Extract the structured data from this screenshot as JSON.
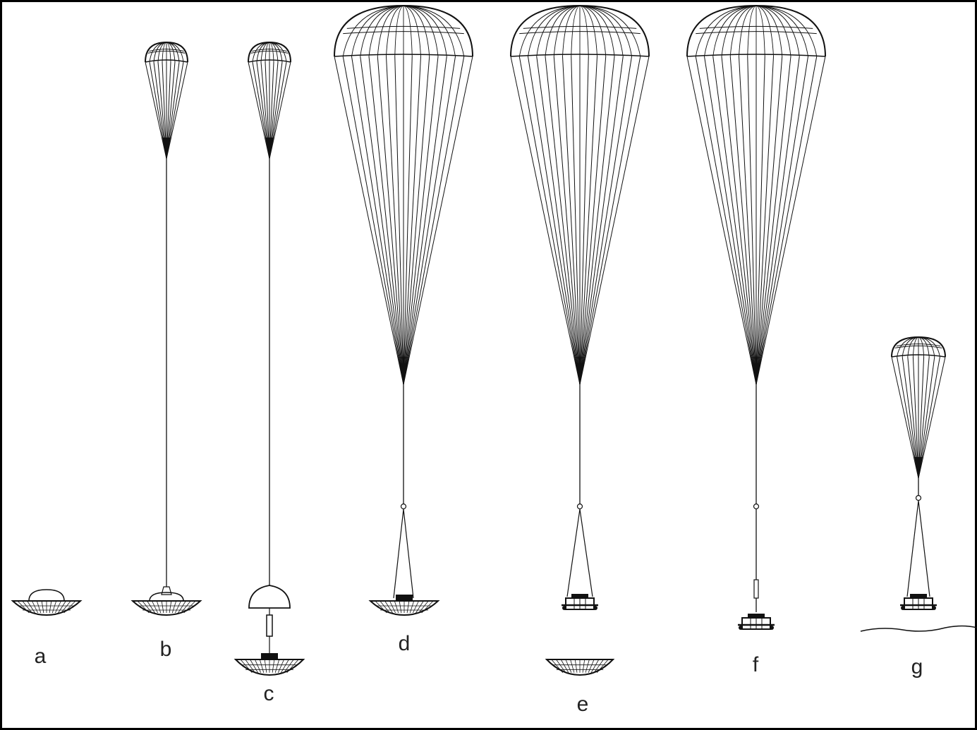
{
  "diagram": {
    "stages": [
      {
        "id": "a",
        "label": "a"
      },
      {
        "id": "b",
        "label": "b"
      },
      {
        "id": "c",
        "label": "c"
      },
      {
        "id": "d",
        "label": "d"
      },
      {
        "id": "e",
        "label": "e"
      },
      {
        "id": "f",
        "label": "f"
      },
      {
        "id": "g",
        "label": "g"
      }
    ],
    "colors": {
      "line": "#111111",
      "frame": "#000000",
      "background": "#ffffff"
    }
  }
}
